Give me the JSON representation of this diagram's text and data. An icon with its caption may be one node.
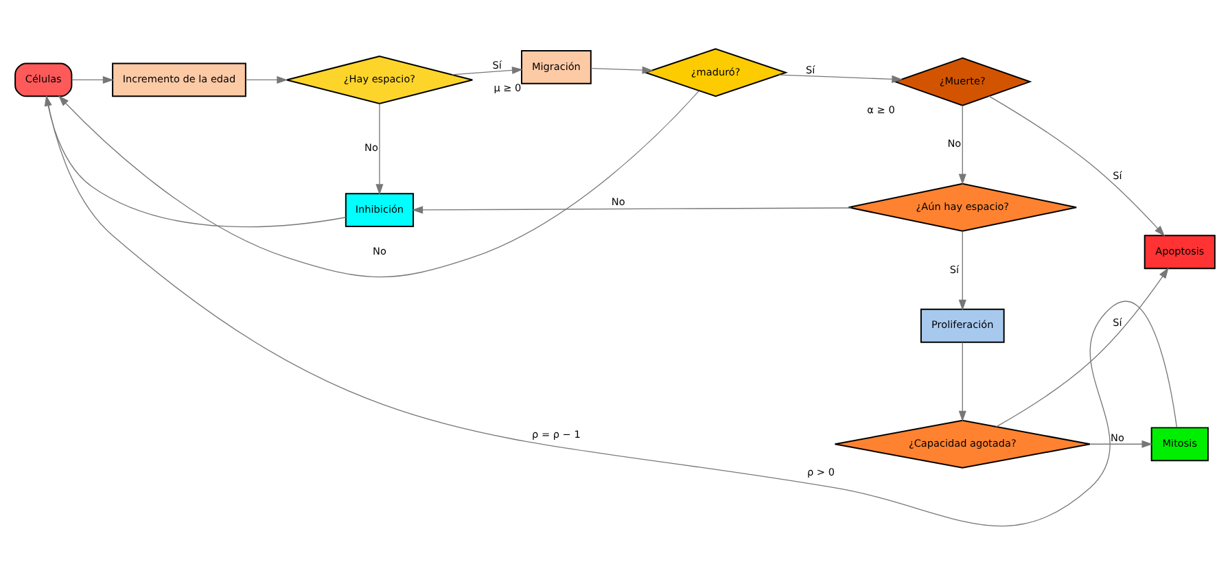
{
  "diagram": {
    "nodes": [
      {
        "text": [
          "Células"
        ]
      },
      {
        "text": [
          "Incremento de la edad"
        ]
      },
      {
        "text": [
          "¿Hay espacio?"
        ]
      },
      {
        "text": [
          "Migración"
        ],
        "beside": [
          "μ ≥ 0"
        ]
      },
      {
        "text": [
          "¿maduró?"
        ]
      },
      {
        "text": [
          "¿Muerte?"
        ],
        "beside": [
          "α ≥ 0"
        ]
      },
      {
        "text": [
          "Apoptosis"
        ]
      },
      {
        "text": [
          "Inhibición"
        ]
      },
      {
        "text": [
          "¿Aún hay espacio?"
        ]
      },
      {
        "text": [
          "Proliferación"
        ]
      },
      {
        "text": [
          "¿Capacidad agotada?"
        ],
        "beside": [
          "ρ > 0"
        ]
      },
      {
        "text": [
          "Mitosis"
        ]
      }
    ],
    "edges": [
      {
        "from": 0,
        "to": 1,
        "arrow": "to"
      },
      {
        "from": 1,
        "to": 2,
        "arrow": "to"
      },
      {
        "from": 2,
        "to": 3,
        "arrow": "to",
        "label": "Sí"
      },
      {
        "from": 3,
        "to": 4,
        "arrow": "to"
      },
      {
        "from": 4,
        "to": 0,
        "arrow": "to",
        "label": "No"
      },
      {
        "from": 4,
        "to": 5,
        "arrow": "to",
        "label": "Sí"
      },
      {
        "from": 5,
        "to": 6,
        "arrow": "to",
        "label": "Sí"
      },
      {
        "from": 2,
        "to": 7,
        "arrow": "to",
        "label": "No"
      },
      {
        "from": 5,
        "to": 8,
        "arrow": "to",
        "label": "No"
      },
      {
        "from": 8,
        "to": 7,
        "arrow": "to",
        "label": "No"
      },
      {
        "from": 7,
        "to": 0,
        "arrow": "to"
      },
      {
        "from": 8,
        "to": 9,
        "arrow": "to",
        "label": "Sí"
      },
      {
        "from": 9,
        "to": 10,
        "arrow": "to"
      },
      {
        "from": 10,
        "to": 11,
        "arrow": "to",
        "label": "No"
      },
      {
        "from": 10,
        "to": 6,
        "arrow": "to",
        "label": "Sí"
      },
      {
        "from": 11,
        "to": 0,
        "arrow": "none",
        "label": "ρ = ρ − 1"
      }
    ]
  }
}
